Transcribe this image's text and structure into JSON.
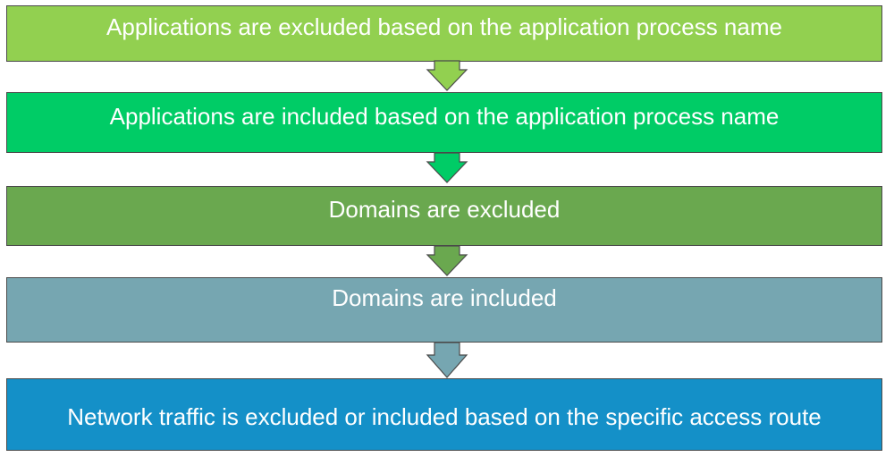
{
  "flow": {
    "steps": [
      {
        "label": "Applications are excluded based on the application process name",
        "color": "#92d050"
      },
      {
        "label": "Applications are included based on the application process name",
        "color": "#00cc66"
      },
      {
        "label": "Domains are excluded",
        "color": "#6aa84f"
      },
      {
        "label": "Domains are included",
        "color": "#76a6b1"
      },
      {
        "label": "Network traffic is excluded or included based on the specific access route",
        "color": "#1490c8"
      }
    ],
    "arrow_icon": "down-arrow-icon"
  }
}
